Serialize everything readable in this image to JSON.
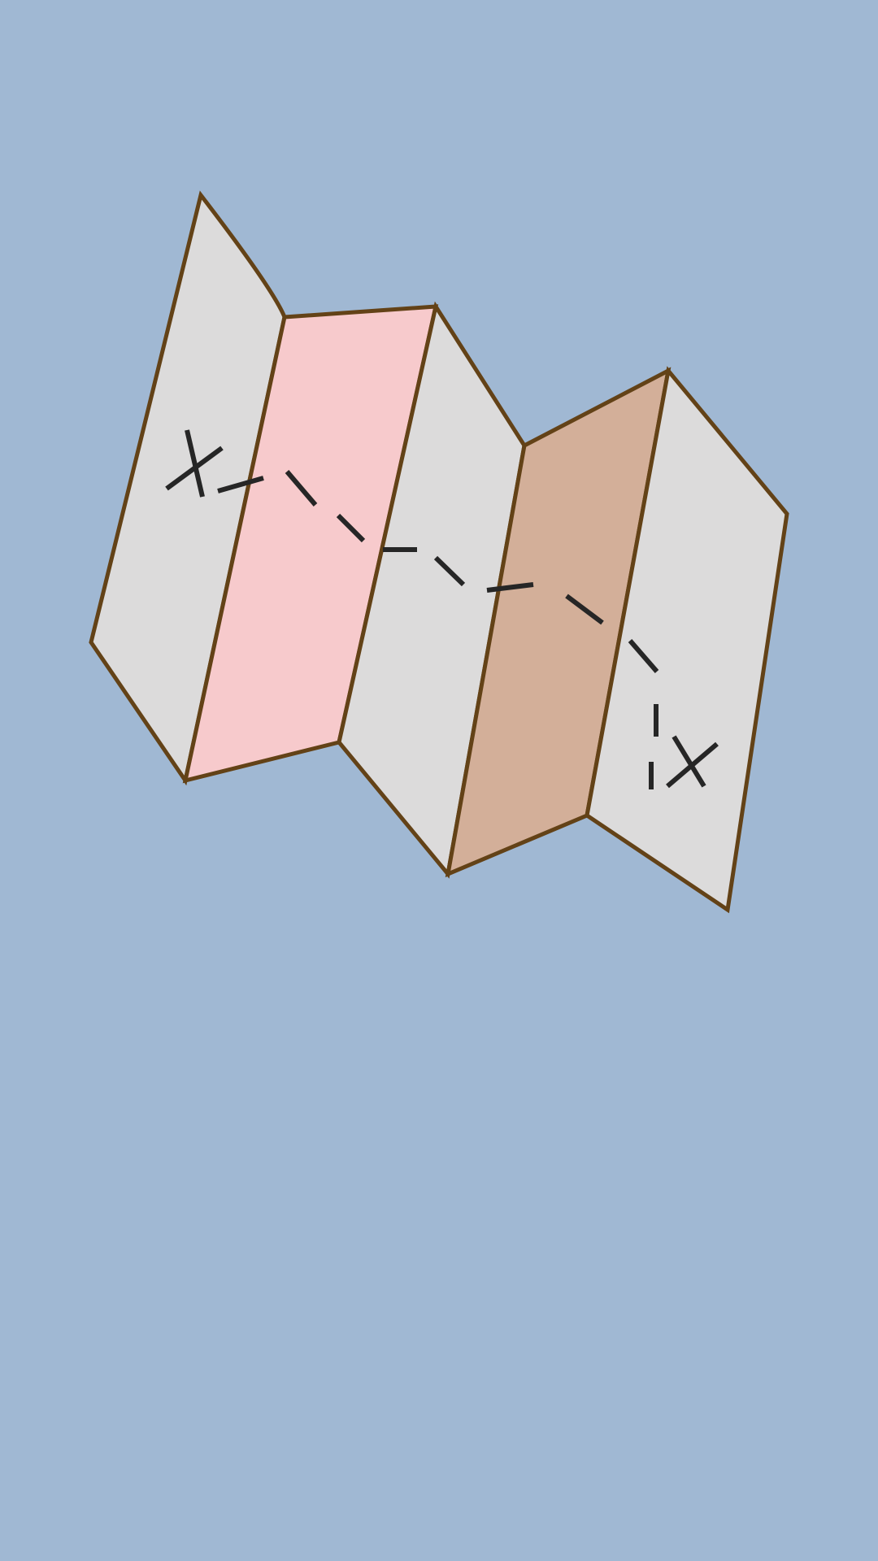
{
  "colors": {
    "background": "#a0b8d3",
    "panel_outline": "#634217",
    "path_stroke": "#262626",
    "panel_grey": "#dcdbdb",
    "panel_pink": "#f7cacc",
    "panel_tan": "#d3af99"
  },
  "map": {
    "panels": [
      {
        "name": "panel-1",
        "fill": "panel_grey"
      },
      {
        "name": "panel-2",
        "fill": "panel_pink"
      },
      {
        "name": "panel-3",
        "fill": "panel_grey"
      },
      {
        "name": "panel-4",
        "fill": "panel_tan"
      },
      {
        "name": "panel-5",
        "fill": "panel_grey"
      }
    ],
    "route": {
      "style": "dashed",
      "start_marker": "x-mark-icon",
      "end_marker": "x-mark-icon"
    }
  }
}
